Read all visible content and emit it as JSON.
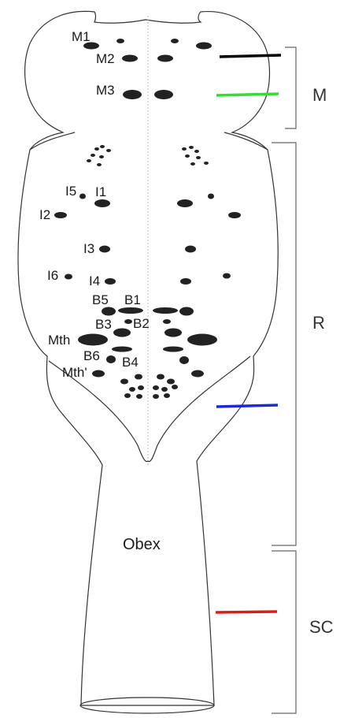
{
  "labels": {
    "M1": "M1",
    "M2": "M2",
    "M3": "M3",
    "I1": "I1",
    "I2": "I2",
    "I3": "I3",
    "I4": "I4",
    "I5": "I5",
    "I6": "I6",
    "B1": "B1",
    "B2": "B2",
    "B3": "B3",
    "B4": "B4",
    "B5": "B5",
    "B6": "B6",
    "Mth": "Mth",
    "Mth_prime": "Mth'",
    "Obex": "Obex"
  },
  "regions": {
    "M": "M",
    "R": "R",
    "SC": "SC"
  },
  "colors": {
    "black_line": "#000000",
    "green_line": "#33dd33",
    "blue_line": "#1a2ccc",
    "red_line": "#e01b1b"
  }
}
